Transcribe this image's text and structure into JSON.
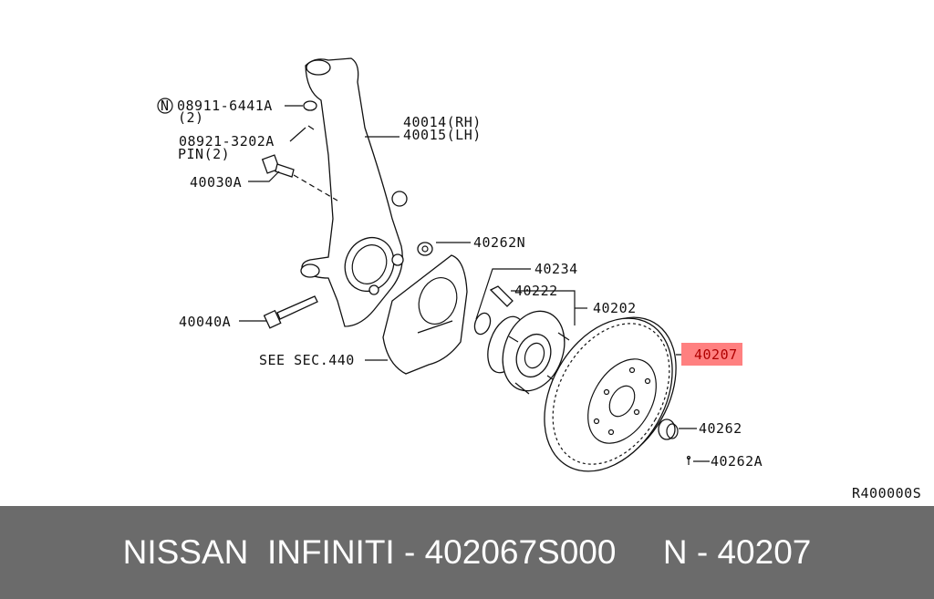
{
  "diagram": {
    "labels": {
      "p08911": "08911-6441A",
      "p08911_qty": "(2)",
      "p08911_prefix": "N",
      "p40014": "40014(RH)",
      "p40015": "40015(LH)",
      "p08921": "08921-3202A",
      "pin": "PIN(2)",
      "p40030A": "40030A",
      "p40262N": "40262N",
      "p40234": "40234",
      "p40222": "40222",
      "p40202": "40202",
      "p40040A": "40040A",
      "see_sec": "SEE SEC.440",
      "p40207": "40207",
      "p40262": "40262",
      "p40262A": "40262A",
      "ref": "R400000S"
    },
    "highlight_color": "#ff8080"
  },
  "footer": {
    "brand": "NISSAN  INFINITI - 402067S000",
    "part": "N - 40207"
  }
}
